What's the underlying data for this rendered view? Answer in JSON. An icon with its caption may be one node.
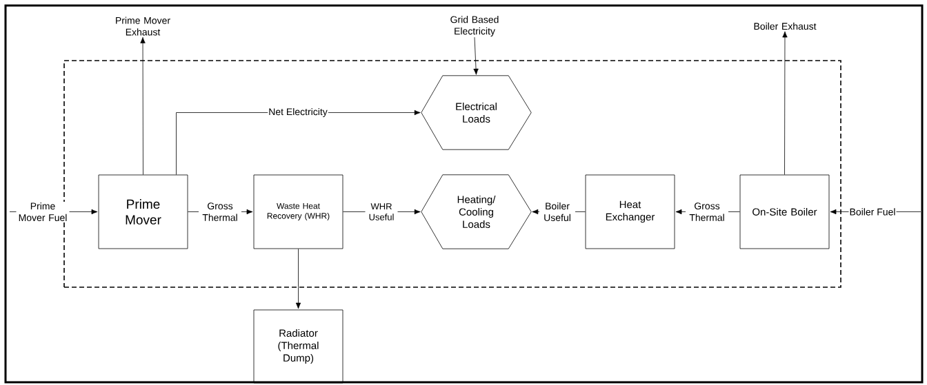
{
  "diagram": {
    "nodes": [
      {
        "text": [],
        "shape": "box"
      },
      {
        "text": [
          "Prime Mover"
        ],
        "in": 0
      },
      {
        "text": [
          "Waste Heat Recovery (WHR)"
        ],
        "in": 0
      },
      {
        "text": [
          "Electrical Loads"
        ],
        "in": 0
      },
      {
        "text": [
          "Heating/ Cooling Loads"
        ],
        "in": 0
      },
      {
        "text": [
          "Heat Exchanger"
        ],
        "in": 0
      },
      {
        "text": [
          "On-Site Boiler"
        ],
        "in": 0
      },
      {
        "text": [
          "Radiator (Thermal Dump)"
        ]
      },
      {
        "text": [
          "Prime Mover Exhaust"
        ]
      },
      {
        "text": [
          "Grid Based Electricity"
        ]
      },
      {
        "text": [
          "Boiler Exhaust"
        ]
      }
    ],
    "edges": [
      {
        "from": null,
        "to": 1,
        "arrow": "to",
        "label": "Prime Mover Fuel"
      },
      {
        "from": 1,
        "to": 8,
        "arrow": "to"
      },
      {
        "from": 1,
        "to": 3,
        "arrow": "to",
        "label": "Net Electricity"
      },
      {
        "from": 1,
        "to": 2,
        "arrow": "to",
        "label": "Gross Thermal"
      },
      {
        "from": 2,
        "to": 4,
        "arrow": "to",
        "label": "WHR Useful"
      },
      {
        "from": 2,
        "to": 7,
        "arrow": "to"
      },
      {
        "from": 9,
        "to": 3,
        "arrow": "to"
      },
      {
        "from": 5,
        "to": 4,
        "arrow": "to",
        "label": "Boiler Useful"
      },
      {
        "from": 6,
        "to": 5,
        "arrow": "to",
        "label": "Gross Thermal"
      },
      {
        "from": 6,
        "to": 10,
        "arrow": "to"
      },
      {
        "from": null,
        "to": 6,
        "arrow": "to",
        "label": "Boiler Fuel"
      }
    ]
  }
}
